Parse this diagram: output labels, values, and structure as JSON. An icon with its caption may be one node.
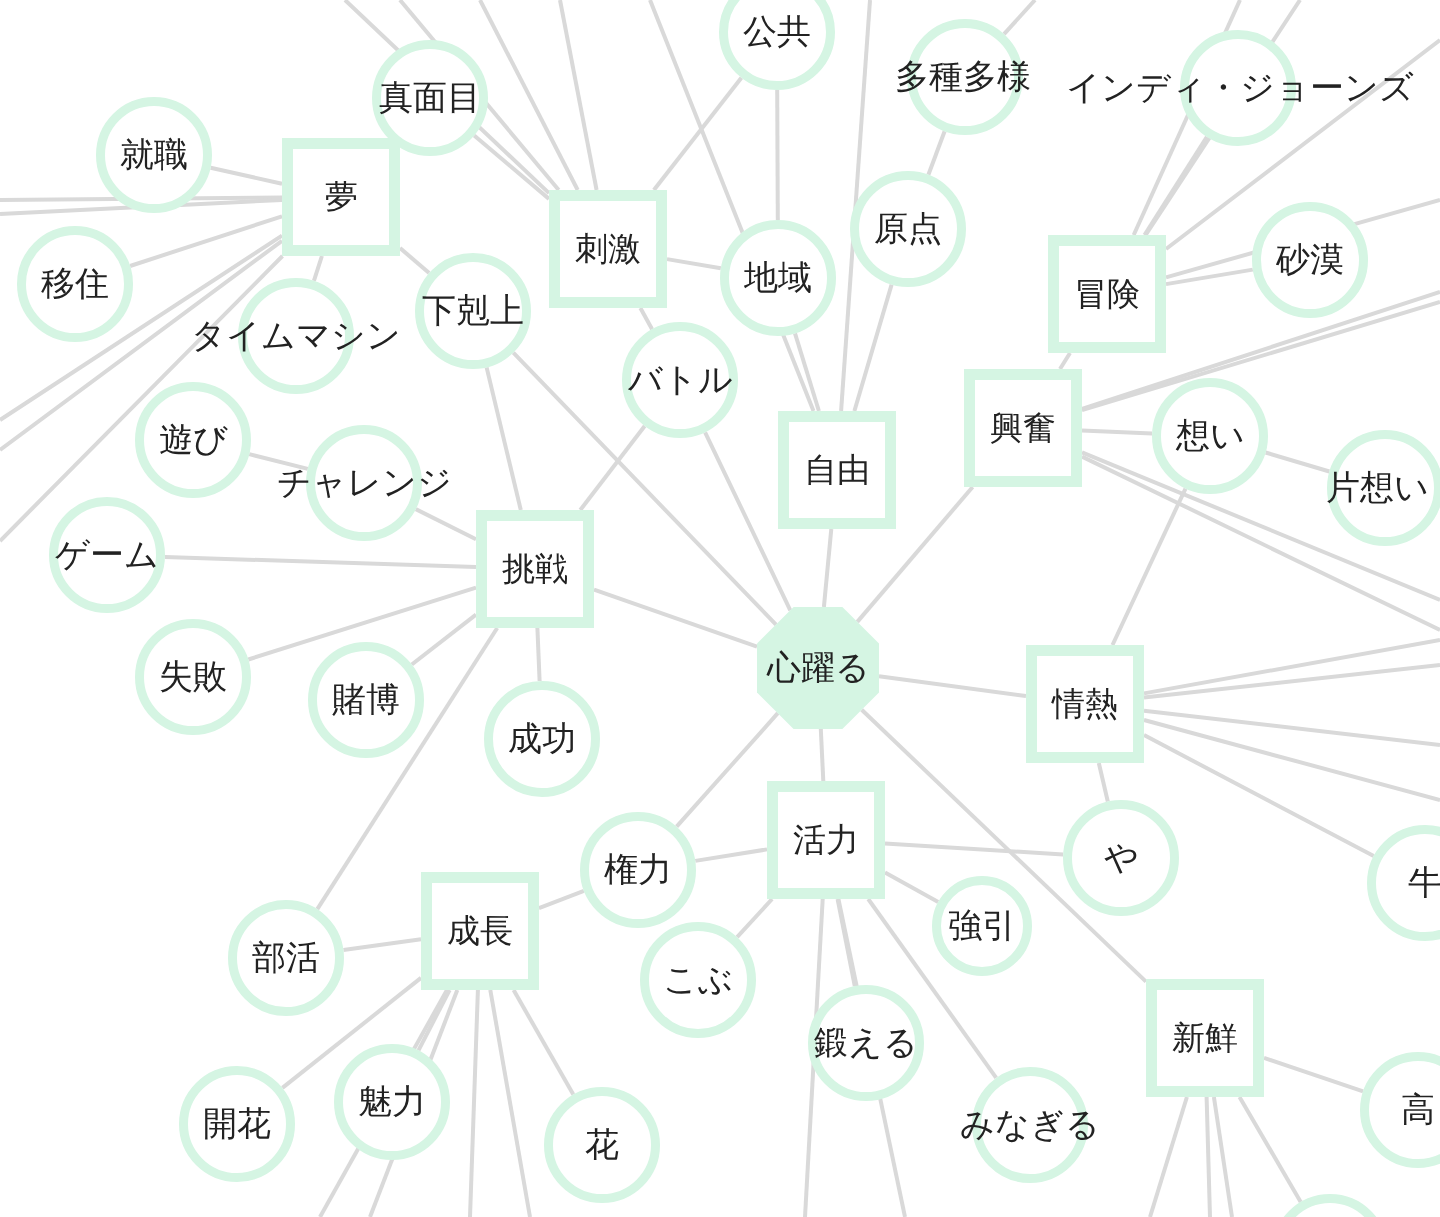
{
  "diagram": {
    "nodes": [
      {
        "text": [
          "心躍る"
        ]
      },
      {
        "text": [
          "夢"
        ]
      },
      {
        "text": [
          "刺激"
        ]
      },
      {
        "text": [
          "自由"
        ]
      },
      {
        "text": [
          "冒険"
        ]
      },
      {
        "text": [
          "興奮"
        ]
      },
      {
        "text": [
          "挑戦"
        ]
      },
      {
        "text": [
          "情熱"
        ]
      },
      {
        "text": [
          "活力"
        ]
      },
      {
        "text": [
          "成長"
        ]
      },
      {
        "text": [
          "新鮮"
        ]
      },
      {
        "text": [
          "公共"
        ]
      },
      {
        "text": [
          "真面目"
        ]
      },
      {
        "text": [
          "多種多様"
        ]
      },
      {
        "text": [
          "インディ・ジョーンズ"
        ]
      },
      {
        "text": [
          "就職"
        ]
      },
      {
        "text": [
          "原点"
        ]
      },
      {
        "text": [
          "移住"
        ]
      },
      {
        "text": [
          "地域"
        ]
      },
      {
        "text": [
          "砂漠"
        ]
      },
      {
        "text": [
          "タイムマシン"
        ]
      },
      {
        "text": [
          "下剋上"
        ]
      },
      {
        "text": [
          "バトル"
        ]
      },
      {
        "text": [
          "想い"
        ]
      },
      {
        "text": [
          "片想い"
        ]
      },
      {
        "text": [
          "遊び"
        ]
      },
      {
        "text": [
          "チャレンジ"
        ]
      },
      {
        "text": [
          "ゲーム"
        ]
      },
      {
        "text": [
          "失敗"
        ]
      },
      {
        "text": [
          "賭博"
        ]
      },
      {
        "text": [
          "成功"
        ]
      },
      {
        "text": [
          "権力"
        ]
      },
      {
        "text": [
          "や"
        ]
      },
      {
        "text": [
          "牛"
        ]
      },
      {
        "text": [
          "強引"
        ]
      },
      {
        "text": [
          "部活"
        ]
      },
      {
        "text": [
          "こぶ"
        ]
      },
      {
        "text": [
          "鍛える"
        ]
      },
      {
        "text": [
          "開花"
        ]
      },
      {
        "text": [
          "魅力"
        ]
      },
      {
        "text": [
          "花"
        ]
      },
      {
        "text": [
          "みなぎる"
        ]
      },
      {
        "text": [
          "高"
        ]
      },
      {
        "text": [],
        "shape": "circle"
      }
    ],
    "edges": [
      {
        "from": 0,
        "to": 3,
        "arrow": "none"
      },
      {
        "from": 0,
        "to": 5,
        "arrow": "none"
      },
      {
        "from": 0,
        "to": 6,
        "arrow": "none"
      },
      {
        "from": 0,
        "to": 7,
        "arrow": "none"
      },
      {
        "from": 0,
        "to": 8,
        "arrow": "none"
      },
      {
        "from": 0,
        "to": 31,
        "arrow": "none"
      },
      {
        "from": 0,
        "to": 10,
        "arrow": "none"
      },
      {
        "from": 0,
        "to": 22,
        "arrow": "none"
      },
      {
        "from": 0,
        "to": 21,
        "arrow": "none"
      },
      {
        "from": 1,
        "to": 15,
        "arrow": "none"
      },
      {
        "from": 1,
        "to": 17,
        "arrow": "none"
      },
      {
        "from": 1,
        "to": 20,
        "arrow": "none"
      },
      {
        "from": 1,
        "to": 21,
        "arrow": "none"
      },
      {
        "from": 2,
        "to": 12,
        "arrow": "none"
      },
      {
        "from": 2,
        "to": 18,
        "arrow": "none"
      },
      {
        "from": 2,
        "to": 11,
        "arrow": "none"
      },
      {
        "from": 2,
        "to": 22,
        "arrow": "none"
      },
      {
        "from": 3,
        "to": 18,
        "arrow": "none"
      },
      {
        "from": 18,
        "to": 11,
        "arrow": "none"
      },
      {
        "from": 3,
        "to": 16,
        "arrow": "none"
      },
      {
        "from": 16,
        "to": 13,
        "arrow": "none"
      },
      {
        "from": 4,
        "to": 14,
        "arrow": "none"
      },
      {
        "from": 4,
        "to": 19,
        "arrow": "none"
      },
      {
        "from": 4,
        "to": 5,
        "arrow": "none"
      },
      {
        "from": 5,
        "to": 23,
        "arrow": "none"
      },
      {
        "from": 23,
        "to": 24,
        "arrow": "none"
      },
      {
        "from": 23,
        "to": 7,
        "arrow": "none"
      },
      {
        "from": 6,
        "to": 26,
        "arrow": "none"
      },
      {
        "from": 6,
        "to": 27,
        "arrow": "none"
      },
      {
        "from": 6,
        "to": 28,
        "arrow": "none"
      },
      {
        "from": 6,
        "to": 29,
        "arrow": "none"
      },
      {
        "from": 6,
        "to": 30,
        "arrow": "none"
      },
      {
        "from": 6,
        "to": 21,
        "arrow": "none"
      },
      {
        "from": 6,
        "to": 22,
        "arrow": "none"
      },
      {
        "from": 6,
        "to": 35,
        "arrow": "none"
      },
      {
        "from": 25,
        "to": 26,
        "arrow": "none"
      },
      {
        "from": 7,
        "to": 32,
        "arrow": "none"
      },
      {
        "from": 7,
        "to": 33,
        "arrow": "none"
      },
      {
        "from": 8,
        "to": 31,
        "arrow": "none"
      },
      {
        "from": 8,
        "to": 32,
        "arrow": "none"
      },
      {
        "from": 8,
        "to": 34,
        "arrow": "none"
      },
      {
        "from": 8,
        "to": 36,
        "arrow": "none"
      },
      {
        "from": 8,
        "to": 37,
        "arrow": "none"
      },
      {
        "from": 8,
        "to": 41,
        "arrow": "none"
      },
      {
        "from": 9,
        "to": 31,
        "arrow": "none"
      },
      {
        "from": 9,
        "to": 35,
        "arrow": "none"
      },
      {
        "from": 9,
        "to": 38,
        "arrow": "none"
      },
      {
        "from": 9,
        "to": 39,
        "arrow": "none"
      },
      {
        "from": 9,
        "to": 40,
        "arrow": "none"
      },
      {
        "from": 10,
        "to": 42,
        "arrow": "none"
      },
      {
        "from": 10,
        "to": 43,
        "arrow": "none"
      },
      {
        "from": 1,
        "to": null,
        "arrow": "none"
      },
      {
        "from": 1,
        "to": null,
        "arrow": "none"
      },
      {
        "from": 1,
        "to": null,
        "arrow": "none"
      },
      {
        "from": 1,
        "to": null,
        "arrow": "none"
      },
      {
        "from": 1,
        "to": null,
        "arrow": "none"
      },
      {
        "from": 2,
        "to": null,
        "arrow": "none"
      },
      {
        "from": 2,
        "to": null,
        "arrow": "none"
      },
      {
        "from": 2,
        "to": null,
        "arrow": "none"
      },
      {
        "from": 2,
        "to": null,
        "arrow": "none"
      },
      {
        "from": 3,
        "to": null,
        "arrow": "none"
      },
      {
        "from": 3,
        "to": null,
        "arrow": "none"
      },
      {
        "from": 13,
        "to": null,
        "arrow": "none"
      },
      {
        "from": 4,
        "to": null,
        "arrow": "none"
      },
      {
        "from": 4,
        "to": null,
        "arrow": "none"
      },
      {
        "from": 4,
        "to": null,
        "arrow": "none"
      },
      {
        "from": 4,
        "to": null,
        "arrow": "none"
      },
      {
        "from": 5,
        "to": null,
        "arrow": "none"
      },
      {
        "from": 5,
        "to": null,
        "arrow": "none"
      },
      {
        "from": 5,
        "to": null,
        "arrow": "none"
      },
      {
        "from": 5,
        "to": null,
        "arrow": "none"
      },
      {
        "from": 7,
        "to": null,
        "arrow": "none"
      },
      {
        "from": 7,
        "to": null,
        "arrow": "none"
      },
      {
        "from": 7,
        "to": null,
        "arrow": "none"
      },
      {
        "from": 7,
        "to": null,
        "arrow": "none"
      },
      {
        "from": 8,
        "to": null,
        "arrow": "none"
      },
      {
        "from": 8,
        "to": null,
        "arrow": "none"
      },
      {
        "from": 9,
        "to": null,
        "arrow": "none"
      },
      {
        "from": 9,
        "to": null,
        "arrow": "none"
      },
      {
        "from": 9,
        "to": null,
        "arrow": "none"
      },
      {
        "from": 9,
        "to": null,
        "arrow": "none"
      },
      {
        "from": 10,
        "to": null,
        "arrow": "none"
      },
      {
        "from": 10,
        "to": null,
        "arrow": "none"
      },
      {
        "from": 10,
        "to": null,
        "arrow": "none"
      }
    ]
  }
}
